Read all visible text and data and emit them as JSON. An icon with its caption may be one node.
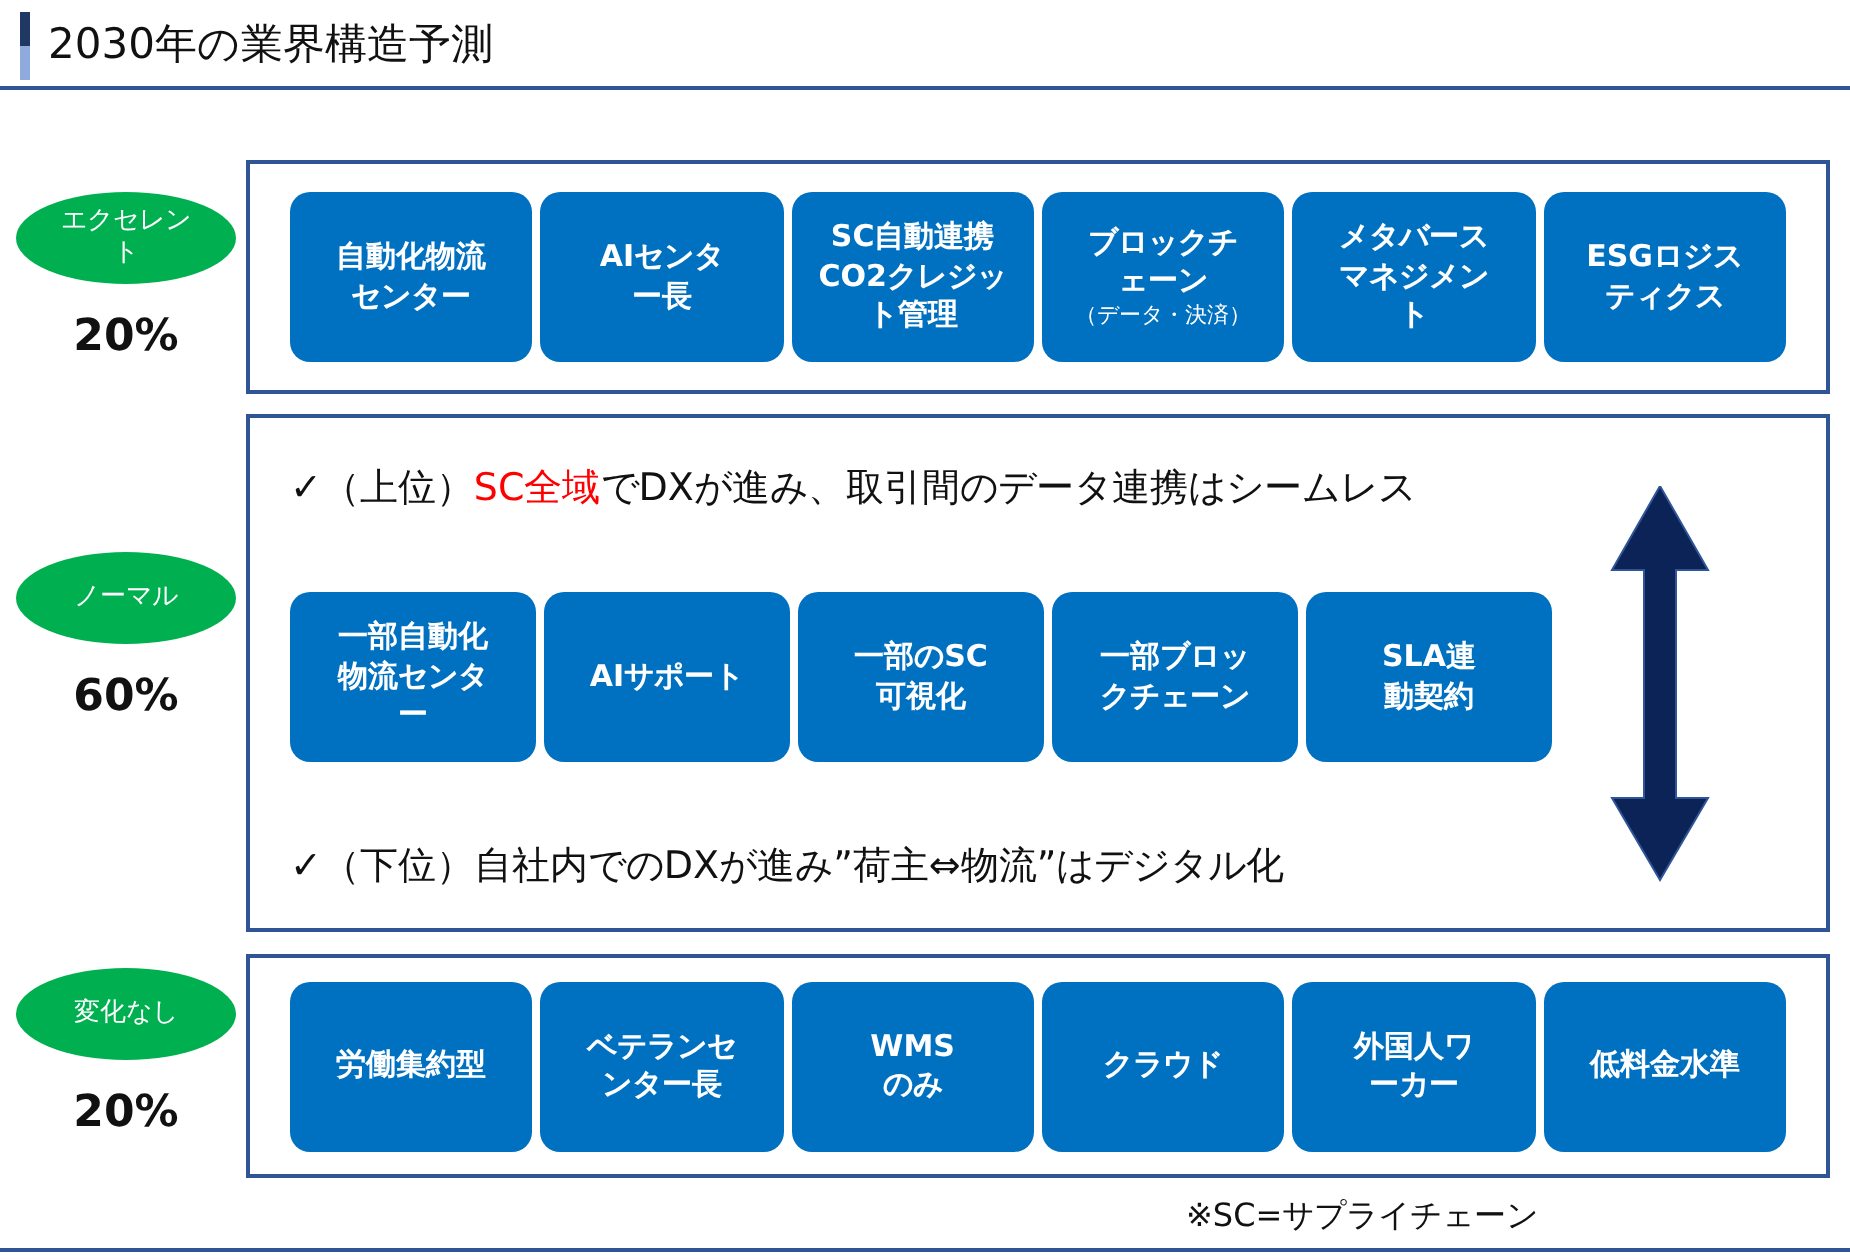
{
  "diagram": {
    "title": "2030年の業界構造予測",
    "nodes": [
      {
        "text": [
          "エクセレント"
        ],
        "beside": [
          "20%"
        ]
      },
      {
        "text": [],
        "shape": "box"
      },
      {
        "text": [
          "自動化物流センター"
        ],
        "in": 1
      },
      {
        "text": [
          "AIセンター長"
        ],
        "in": 1
      },
      {
        "text": [
          "SC自動連携CO2クレジット管理"
        ],
        "in": 1
      },
      {
        "text": [
          "ブロックチェーン",
          "（データ・決済）"
        ],
        "in": 1
      },
      {
        "text": [
          "メタバースマネジメント"
        ],
        "in": 1
      },
      {
        "text": [
          "ESGロジスティクス"
        ],
        "in": 1
      },
      {
        "text": [
          "ノーマル"
        ],
        "beside": [
          "60%"
        ]
      },
      {
        "text": [
          "✓（上位）**SC全域**でDXが進み、取引間のデータ連携はシームレス",
          "✓（下位）自社内でのDXが進み”荷主⇔物流”はデジタル化"
        ]
      },
      {
        "text": [
          "一部自動化物流センター"
        ],
        "in": 9
      },
      {
        "text": [
          "AIサポート"
        ],
        "in": 9
      },
      {
        "text": [
          "一部のSC可視化"
        ],
        "in": 9
      },
      {
        "text": [
          "一部ブロックチェーン"
        ],
        "in": 9
      },
      {
        "text": [
          "SLA連動契約"
        ],
        "in": 9
      },
      {
        "text": [
          "変化なし"
        ],
        "beside": [
          "20%"
        ]
      },
      {
        "text": [],
        "shape": "box"
      },
      {
        "text": [
          "労働集約型"
        ],
        "in": 16
      },
      {
        "text": [
          "ベテランセンター長"
        ],
        "in": 16
      },
      {
        "text": [
          "WMSのみ"
        ],
        "in": 16
      },
      {
        "text": [
          "クラウド"
        ],
        "in": 16
      },
      {
        "text": [
          "外国人ワーカー"
        ],
        "in": 16
      },
      {
        "text": [
          "低料金水準"
        ],
        "in": 16
      }
    ],
    "labels": [
      "※SC=サプライチェーン"
    ]
  }
}
